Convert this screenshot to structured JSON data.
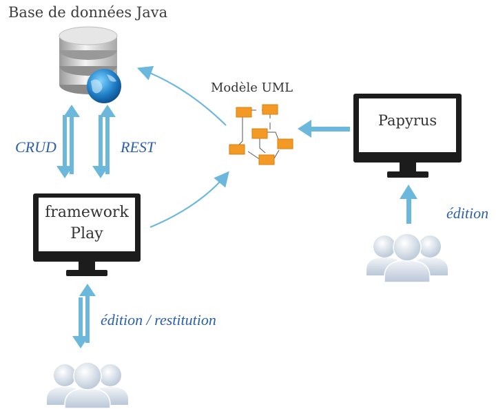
{
  "diagram": {
    "title": "Base de données Java",
    "database": {
      "icon": "database-globe-icon"
    },
    "uml_model": {
      "label": "Modèle UML",
      "icon": "uml-diagram-icon"
    },
    "framework": {
      "line1": "framework",
      "line2": "Play",
      "icon": "monitor-icon"
    },
    "papyrus": {
      "label": "Papyrus",
      "icon": "monitor-icon"
    },
    "arrows": {
      "crud": "CRUD",
      "rest": "REST",
      "edition_right": "édition",
      "edition_restitution": "édition / restitution"
    },
    "users": {
      "icon": "users-group-icon"
    },
    "colors": {
      "arrow": "#6cb8dc",
      "text_blue": "#2a5fab",
      "uml_box": "#f39a26"
    }
  }
}
